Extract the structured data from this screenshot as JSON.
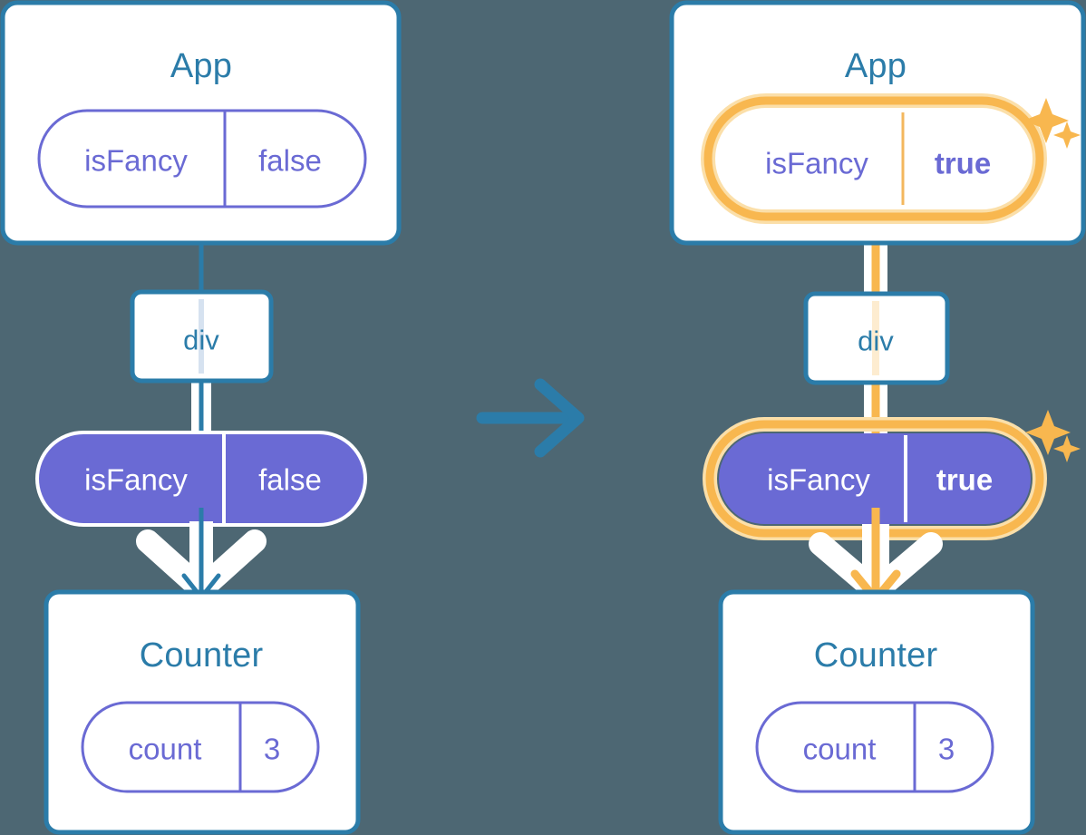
{
  "meta": {
    "background_color": "#4d6773",
    "diagram_kind": "react-state-propagation",
    "panels": 2
  },
  "palette": {
    "box_border": "#2b7ca9",
    "box_fill": "#ffffff",
    "title_color": "#2b7ca9",
    "prop_purple": "#6a6ad4",
    "prop_purple_text": "#6a6ad4",
    "pill_solid_fill": "#6a6ad4",
    "pill_solid_text": "#ffffff",
    "highlight_orange": "#f8b74f",
    "highlight_orange_soft": "#fbdfa9",
    "highlight_orange_faint": "#fdecd0",
    "arrow_white": "#ffffff",
    "transition_arrow": "#2b7ca9"
  },
  "left_panel": {
    "name": "before-state",
    "app_box": {
      "title": "App",
      "pill": {
        "name": "isFancy",
        "value": "false",
        "style": "outline",
        "highlighted": false,
        "value_bold": false
      }
    },
    "div_node": {
      "label": "div"
    },
    "prop_pill": {
      "name": "isFancy",
      "value": "false",
      "style": "solid",
      "highlighted": false,
      "value_bold": false
    },
    "counter_box": {
      "title": "Counter",
      "pill": {
        "name": "count",
        "value": "3",
        "style": "outline",
        "highlighted": false,
        "value_bold": false
      }
    },
    "connector_color": "#2b7ca9",
    "sparkles": 0
  },
  "transition": {
    "icon": "right-arrow-icon",
    "direction": "right",
    "color": "#2b7ca9"
  },
  "right_panel": {
    "name": "after-state",
    "app_box": {
      "title": "App",
      "pill": {
        "name": "isFancy",
        "value": "true",
        "style": "outline",
        "highlighted": true,
        "value_bold": true
      },
      "sparkle_count": 2
    },
    "div_node": {
      "label": "div"
    },
    "prop_pill": {
      "name": "isFancy",
      "value": "true",
      "style": "solid",
      "highlighted": true,
      "value_bold": true,
      "sparkle_count": 2
    },
    "counter_box": {
      "title": "Counter",
      "pill": {
        "name": "count",
        "value": "3",
        "style": "outline",
        "highlighted": false,
        "value_bold": false
      }
    },
    "connector_color": "#f8b74f",
    "sparkles": 4
  }
}
